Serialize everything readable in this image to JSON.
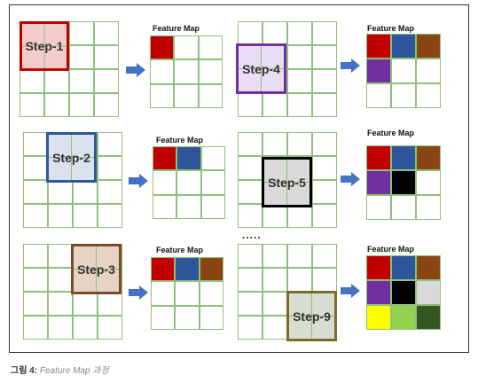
{
  "caption": {
    "label": "그림 4",
    "text": "Feature Map 과정"
  },
  "feature_map_title": "Feature Map",
  "ellipsis": ".....",
  "colors": {
    "red": "#c00000",
    "blue": "#2f559a",
    "brown": "#8b4513",
    "purple": "#7030a0",
    "black": "#000000",
    "lightgray": "#d9d9d9",
    "yellow": "#ffff00",
    "lightgreen": "#92d050",
    "darkgreen": "#375623",
    "white": "#ffffff",
    "grid_line": "#8fc07a"
  },
  "steps": [
    {
      "label": "Step-1",
      "border": "#c00000",
      "fill": "#f4cccc",
      "filled_cells": [
        "red"
      ]
    },
    {
      "label": "Step-2",
      "border": "#2f559a",
      "fill": "#dbe2ef",
      "filled_cells": [
        "red",
        "blue"
      ]
    },
    {
      "label": "Step-3",
      "border": "#7a4a2a",
      "fill": "#e6d3c5",
      "filled_cells": [
        "red",
        "blue",
        "brown"
      ]
    },
    {
      "label": "Step-4",
      "border": "#7030a0",
      "fill": "#eadcf5",
      "filled_cells": [
        "red",
        "blue",
        "brown",
        "purple"
      ]
    },
    {
      "label": "Step-5",
      "border": "#000000",
      "fill": "#d9d9d9",
      "filled_cells": [
        "red",
        "blue",
        "brown",
        "purple",
        "black"
      ]
    },
    {
      "label": "Step-9",
      "border": "#7f6a2a",
      "fill": "#d8ddd2",
      "filled_cells": [
        "red",
        "blue",
        "brown",
        "purple",
        "black",
        "lightgray",
        "yellow",
        "lightgreen",
        "darkgreen"
      ]
    }
  ]
}
